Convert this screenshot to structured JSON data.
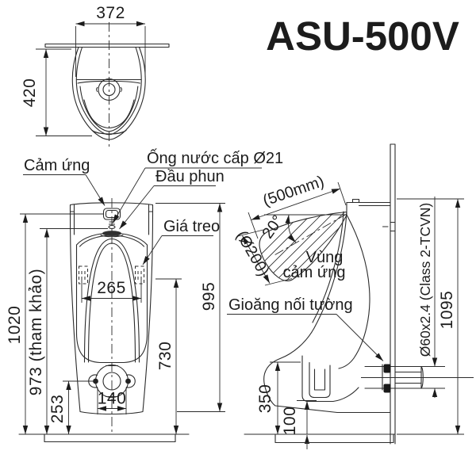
{
  "title": "ASU-500V",
  "top_view": {
    "dim_width": "372",
    "dim_depth": "420"
  },
  "front_view": {
    "label_sensor": "Cảm ứng",
    "label_supply_pipe": "Ống nước cấp Ø21",
    "label_spray_head": "Đầu phun",
    "label_hanger": "Giá treo",
    "dim_overall_height": "1020",
    "dim_ref_height": "973 (tham khảo)",
    "dim_bowl_width": "265",
    "dim_body_height": "995",
    "dim_hanger_height": "730",
    "dim_drain_height": "253",
    "dim_drain_spacing": "140"
  },
  "side_view": {
    "label_sensing_zone_1": "Vùng",
    "label_sensing_zone_2": "cảm ứng",
    "label_wall_gasket": "Gioăng nối tường",
    "dim_sensing_range": "(500mm)",
    "dim_sensing_angle": "20°",
    "dim_sensing_dia": "(Ø200)",
    "dim_outlet_pipe": "Ø60x2.4 (Class 2-TCVN)",
    "dim_height_top": "1095",
    "dim_outlet_height": "350",
    "dim_floor_gap": "100"
  }
}
